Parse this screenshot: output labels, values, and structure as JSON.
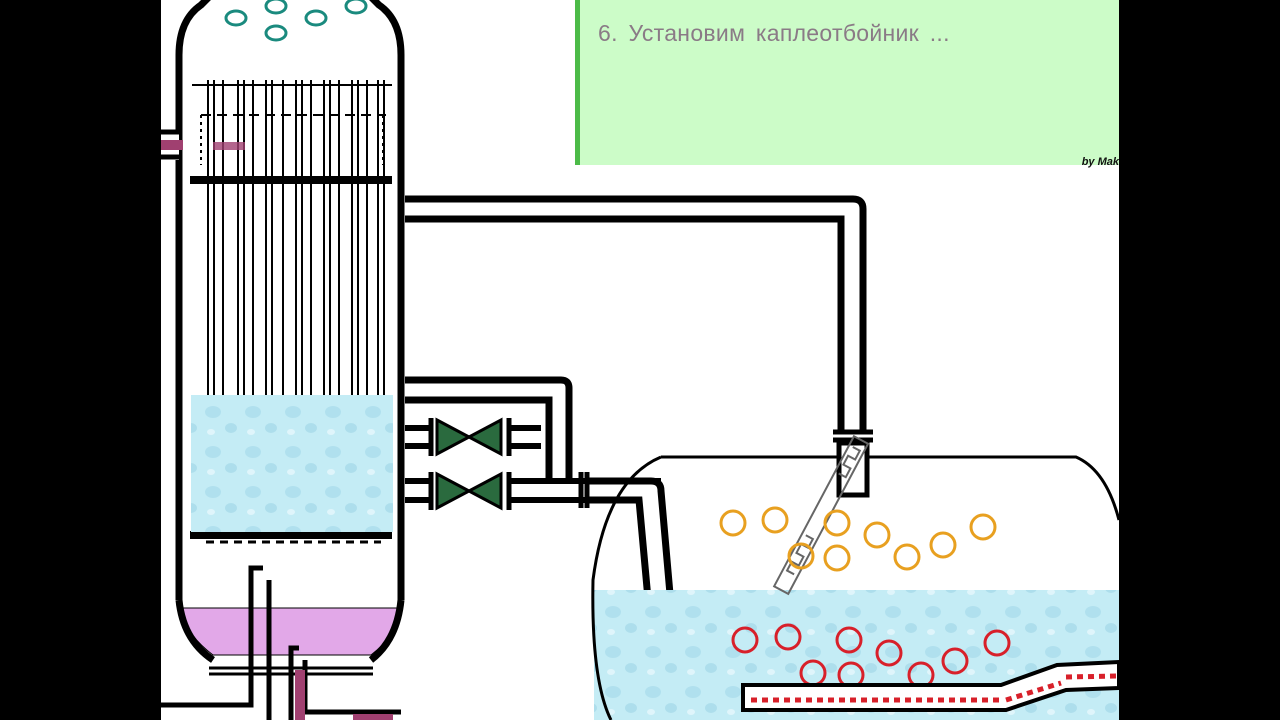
{
  "slide": {
    "caption": "6. Установим каплеотбойник ...",
    "credit": "by Mak",
    "colors": {
      "caption_bg": "#ccfcc8",
      "caption_border": "#4cbb48",
      "caption_text": "#8a7a86",
      "liquid": "#bfe9f2",
      "bottom_liquid": "#e2a8e8",
      "vapor_bubbles_top": "#1a8a7e",
      "vapor_bubbles_orange": "#e8a020",
      "vapor_bubbles_red": "#d8202a",
      "valve": "#2a6a3e",
      "accent_pipe": "#a04070"
    }
  },
  "diagram": {
    "column": {
      "name": "evaporator-column",
      "top_bubbles": 6
    },
    "valves": [
      {
        "name": "upper-valve"
      },
      {
        "name": "lower-valve"
      }
    ],
    "separator": {
      "name": "separator-drum",
      "orange_bubbles": 10,
      "red_bubbles": 10,
      "component": "droplet-separator"
    }
  }
}
